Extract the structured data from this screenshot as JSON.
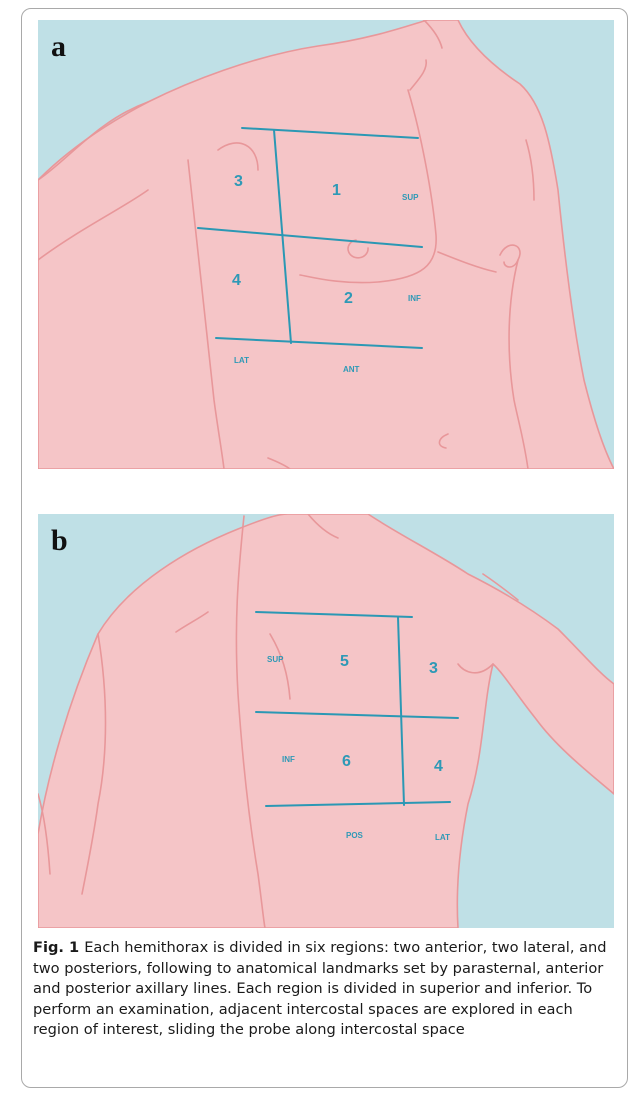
{
  "figure": {
    "panel_a": {
      "letter": "a",
      "regions": [
        "1",
        "2",
        "3",
        "4"
      ],
      "labels": {
        "sup": "SUP",
        "inf": "INF",
        "lat": "LAT",
        "ant": "ANT"
      }
    },
    "panel_b": {
      "letter": "b",
      "regions": [
        "5",
        "6",
        "3",
        "4"
      ],
      "labels": {
        "sup": "SUP",
        "inf": "INF",
        "pos": "POS",
        "lat": "LAT"
      }
    },
    "colors": {
      "background": "#bfe0e6",
      "skin": "#f5c5c7",
      "outline": "#e8979a",
      "grid": "#2b98b4"
    }
  },
  "caption": {
    "label": "Fig. 1",
    "text": "Each hemithorax is divided in six regions: two anterior, two lateral, and two posteriors, following to anatomical landmarks set by parasternal, anterior and posterior axillary lines. Each region is divided in superior and inferior. To perform an examination, adjacent intercostal spaces are explored in each region of interest, sliding the probe along intercostal space"
  }
}
